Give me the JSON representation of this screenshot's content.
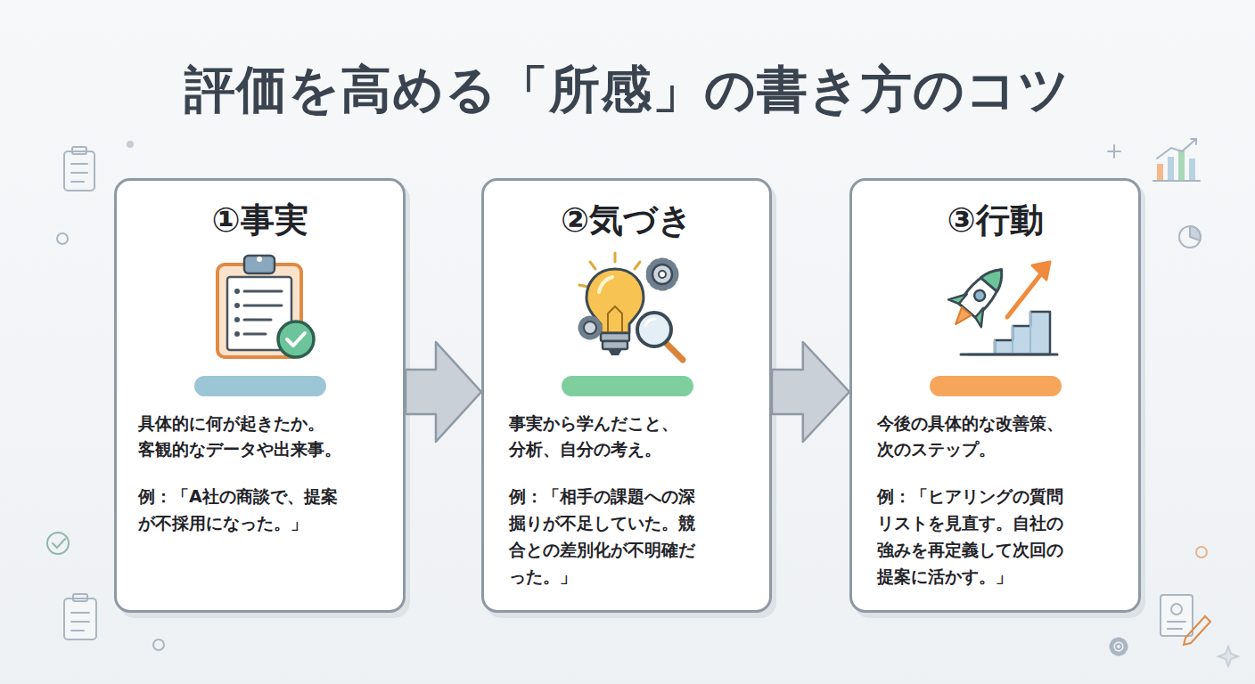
{
  "diagram": {
    "title": "評価を高める「所感」の書き方のコツ",
    "nodes": [
      {
        "text": [
          "①事実",
          "具体的に何が起きたか。 客観的なデータや出来事。",
          "例：「A社の商談で、提案 が不採用になった。」"
        ]
      },
      {
        "text": [
          "②気づき",
          "事実から学んだこと、 分析、自分の考え。",
          "例：「相手の課題への深 掘りが不足していた。競 合との差別化が不明確だ った。」"
        ]
      },
      {
        "text": [
          "③行動",
          "今後の具体的な改善策、 次のステップ。",
          "例：「ヒアリングの質問 リストを見直す。自社の 強みを再定義して次回の 提案に活かす。」"
        ]
      }
    ],
    "edges": [
      {
        "from": 0,
        "to": 1,
        "arrow": "to"
      },
      {
        "from": 1,
        "to": 2,
        "arrow": "to"
      }
    ]
  }
}
